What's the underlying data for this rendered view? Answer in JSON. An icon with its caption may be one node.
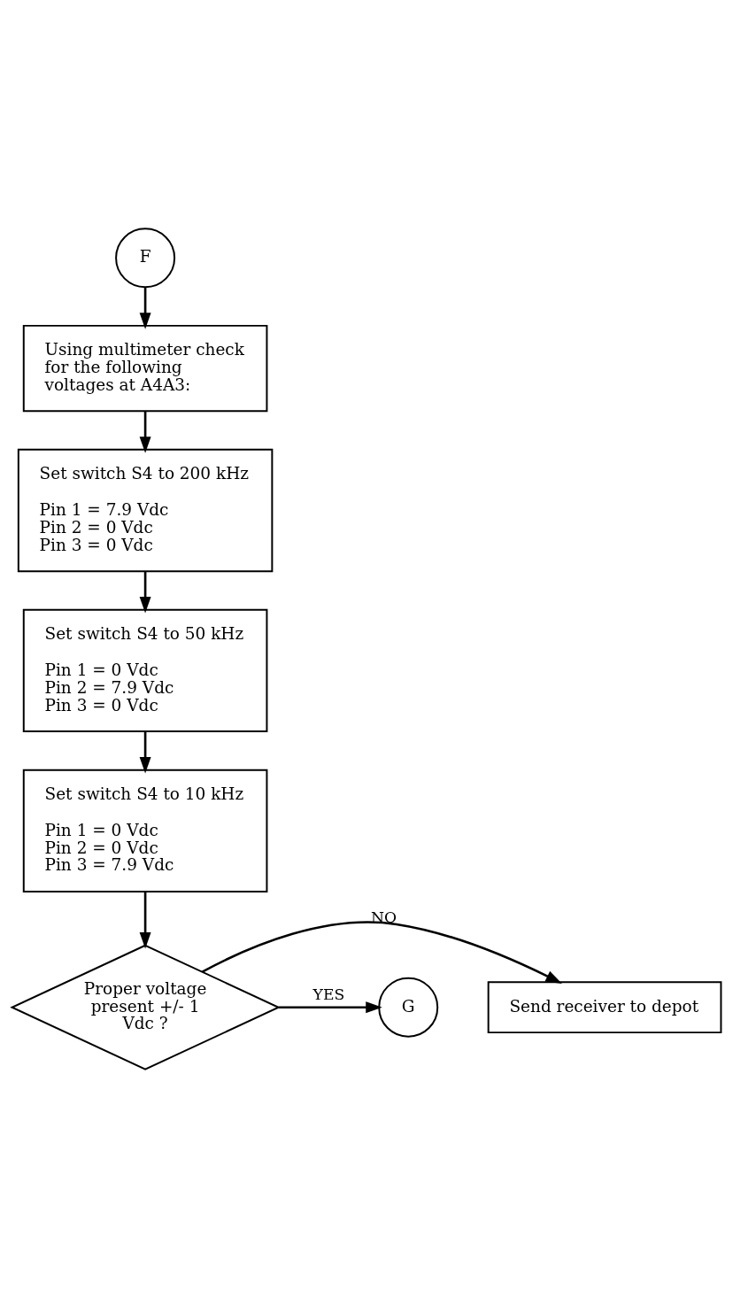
{
  "diagram": {
    "nodes": [
      {
        "text": [
          "F"
        ]
      },
      {
        "text": [
          "Using multimeter check for the following voltages at A4A3:"
        ]
      },
      {
        "text": [
          "Set switch S4 to 200 kHz",
          "Pin 1 = 7.9 Vdc",
          "Pin 2 = 0 Vdc",
          "Pin 3 = 0 Vdc"
        ]
      },
      {
        "text": [
          "Set switch S4 to 50 kHz",
          "Pin 1 = 0 Vdc",
          "Pin 2 = 7.9 Vdc",
          "Pin 3 = 0 Vdc"
        ]
      },
      {
        "text": [
          "Set switch S4 to 10 kHz",
          "Pin 1 = 0 Vdc",
          "Pin 2 = 0 Vdc",
          "Pin 3 = 7.9 Vdc"
        ]
      },
      {
        "text": [
          "Proper voltage present +/- 1 Vdc ?"
        ]
      },
      {
        "text": [
          "Send receiver to depot"
        ]
      },
      {
        "text": [
          "G"
        ]
      }
    ],
    "edges": [
      {
        "from": 0,
        "to": 1,
        "arrow": "to"
      },
      {
        "from": 1,
        "to": 2,
        "arrow": "to"
      },
      {
        "from": 2,
        "to": 3,
        "arrow": "to"
      },
      {
        "from": 3,
        "to": 4,
        "arrow": "to"
      },
      {
        "from": 4,
        "to": 5,
        "arrow": "to"
      },
      {
        "from": 5,
        "to": 6,
        "arrow": "to",
        "label": "NO"
      },
      {
        "from": 5,
        "to": 7,
        "arrow": "to",
        "label": "YES"
      }
    ]
  }
}
